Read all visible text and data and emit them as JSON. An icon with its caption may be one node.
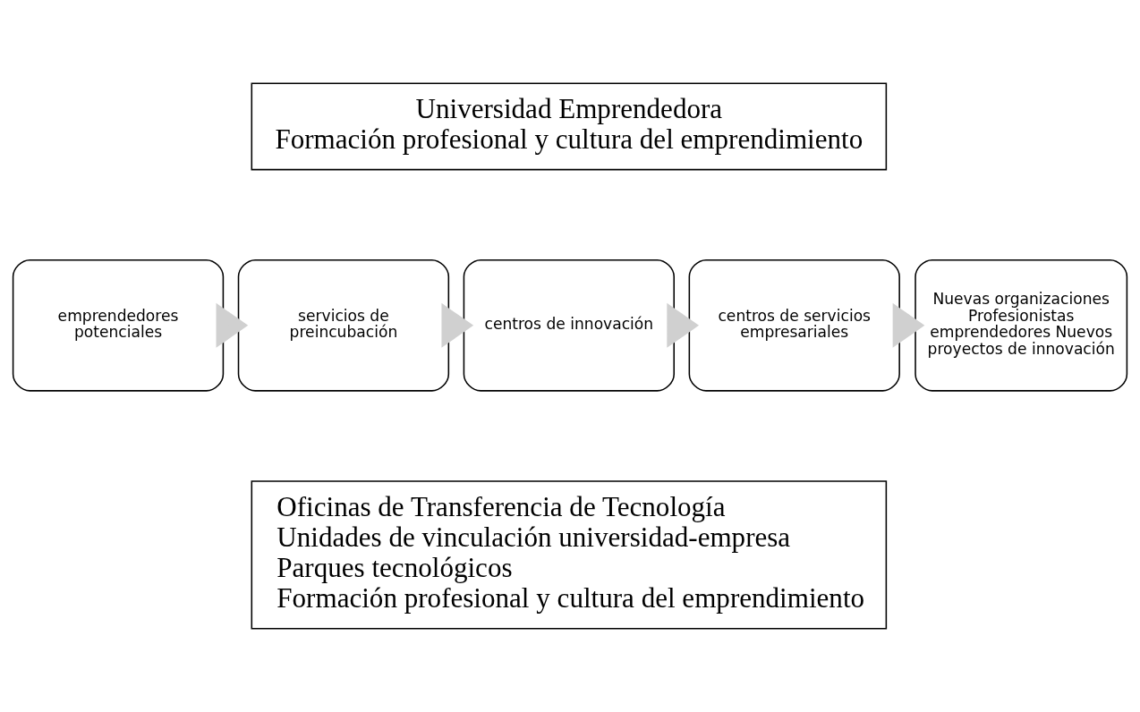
{
  "diagram": {
    "nodes": [
      {
        "text": [
          "Universidad Emprendedora",
          "Formación profesional y cultura del emprendimiento"
        ]
      },
      {
        "text": [
          "emprendedores potenciales"
        ]
      },
      {
        "text": [
          "servicios de preincubación"
        ]
      },
      {
        "text": [
          "centros de innovación"
        ]
      },
      {
        "text": [
          "centros de servicios empresariales"
        ]
      },
      {
        "text": [
          "Nuevas organizaciones Profesionistas emprendedores Nuevos proyectos de innovación"
        ]
      },
      {
        "text": [
          "Oficinas de Transferencia de Tecnología",
          "Unidades de vinculación universidad-empresa",
          "Parques tecnológicos",
          "Formación profesional y cultura del emprendimiento"
        ]
      }
    ],
    "edges": [
      {
        "from": 1,
        "to": 2,
        "arrow": "to",
        "style": "thick",
        "color": "#d0d0d0"
      },
      {
        "from": 2,
        "to": 3,
        "arrow": "to",
        "style": "thick",
        "color": "#d0d0d0"
      },
      {
        "from": 3,
        "to": 4,
        "arrow": "to",
        "style": "thick",
        "color": "#d0d0d0"
      },
      {
        "from": 4,
        "to": 5,
        "arrow": "to",
        "style": "thick",
        "color": "#d0d0d0"
      }
    ]
  }
}
